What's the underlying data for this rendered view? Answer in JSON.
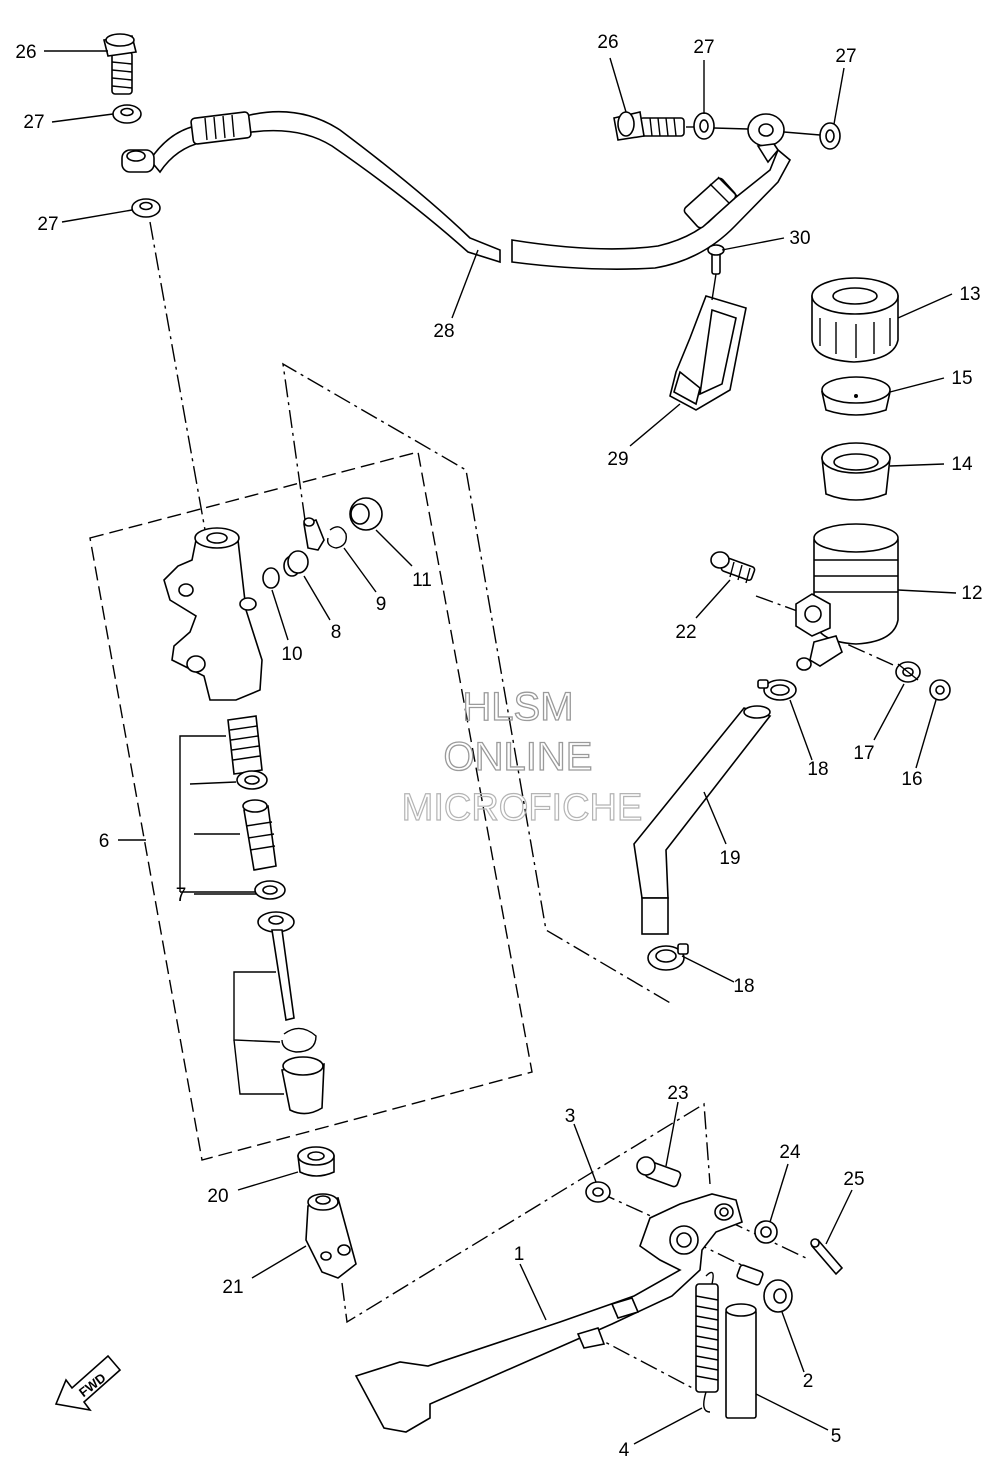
{
  "watermark": {
    "line1": "HLSM",
    "line2": "ONLINE",
    "line3": "MICROFICHE"
  },
  "fwd_label": "FWD",
  "callouts": [
    {
      "id": "c26a",
      "text": "26"
    },
    {
      "id": "c27a",
      "text": "27"
    },
    {
      "id": "c27b",
      "text": "27"
    },
    {
      "id": "c26b",
      "text": "26"
    },
    {
      "id": "c27c",
      "text": "27"
    },
    {
      "id": "c27d",
      "text": "27"
    },
    {
      "id": "c30",
      "text": "30"
    },
    {
      "id": "c28",
      "text": "28"
    },
    {
      "id": "c13",
      "text": "13"
    },
    {
      "id": "c15",
      "text": "15"
    },
    {
      "id": "c14",
      "text": "14"
    },
    {
      "id": "c29",
      "text": "29"
    },
    {
      "id": "c12",
      "text": "12"
    },
    {
      "id": "c22",
      "text": "22"
    },
    {
      "id": "c11",
      "text": "11"
    },
    {
      "id": "c9",
      "text": "9"
    },
    {
      "id": "c8",
      "text": "8"
    },
    {
      "id": "c10",
      "text": "10"
    },
    {
      "id": "c18a",
      "text": "18"
    },
    {
      "id": "c17",
      "text": "17"
    },
    {
      "id": "c16",
      "text": "16"
    },
    {
      "id": "c19",
      "text": "19"
    },
    {
      "id": "c6",
      "text": "6"
    },
    {
      "id": "c7",
      "text": "7"
    },
    {
      "id": "c18b",
      "text": "18"
    },
    {
      "id": "c23",
      "text": "23"
    },
    {
      "id": "c3",
      "text": "3"
    },
    {
      "id": "c24",
      "text": "24"
    },
    {
      "id": "c25",
      "text": "25"
    },
    {
      "id": "c20",
      "text": "20"
    },
    {
      "id": "c1",
      "text": "1"
    },
    {
      "id": "c21",
      "text": "21"
    },
    {
      "id": "c2",
      "text": "2"
    },
    {
      "id": "c5",
      "text": "5"
    },
    {
      "id": "c4",
      "text": "4"
    }
  ]
}
